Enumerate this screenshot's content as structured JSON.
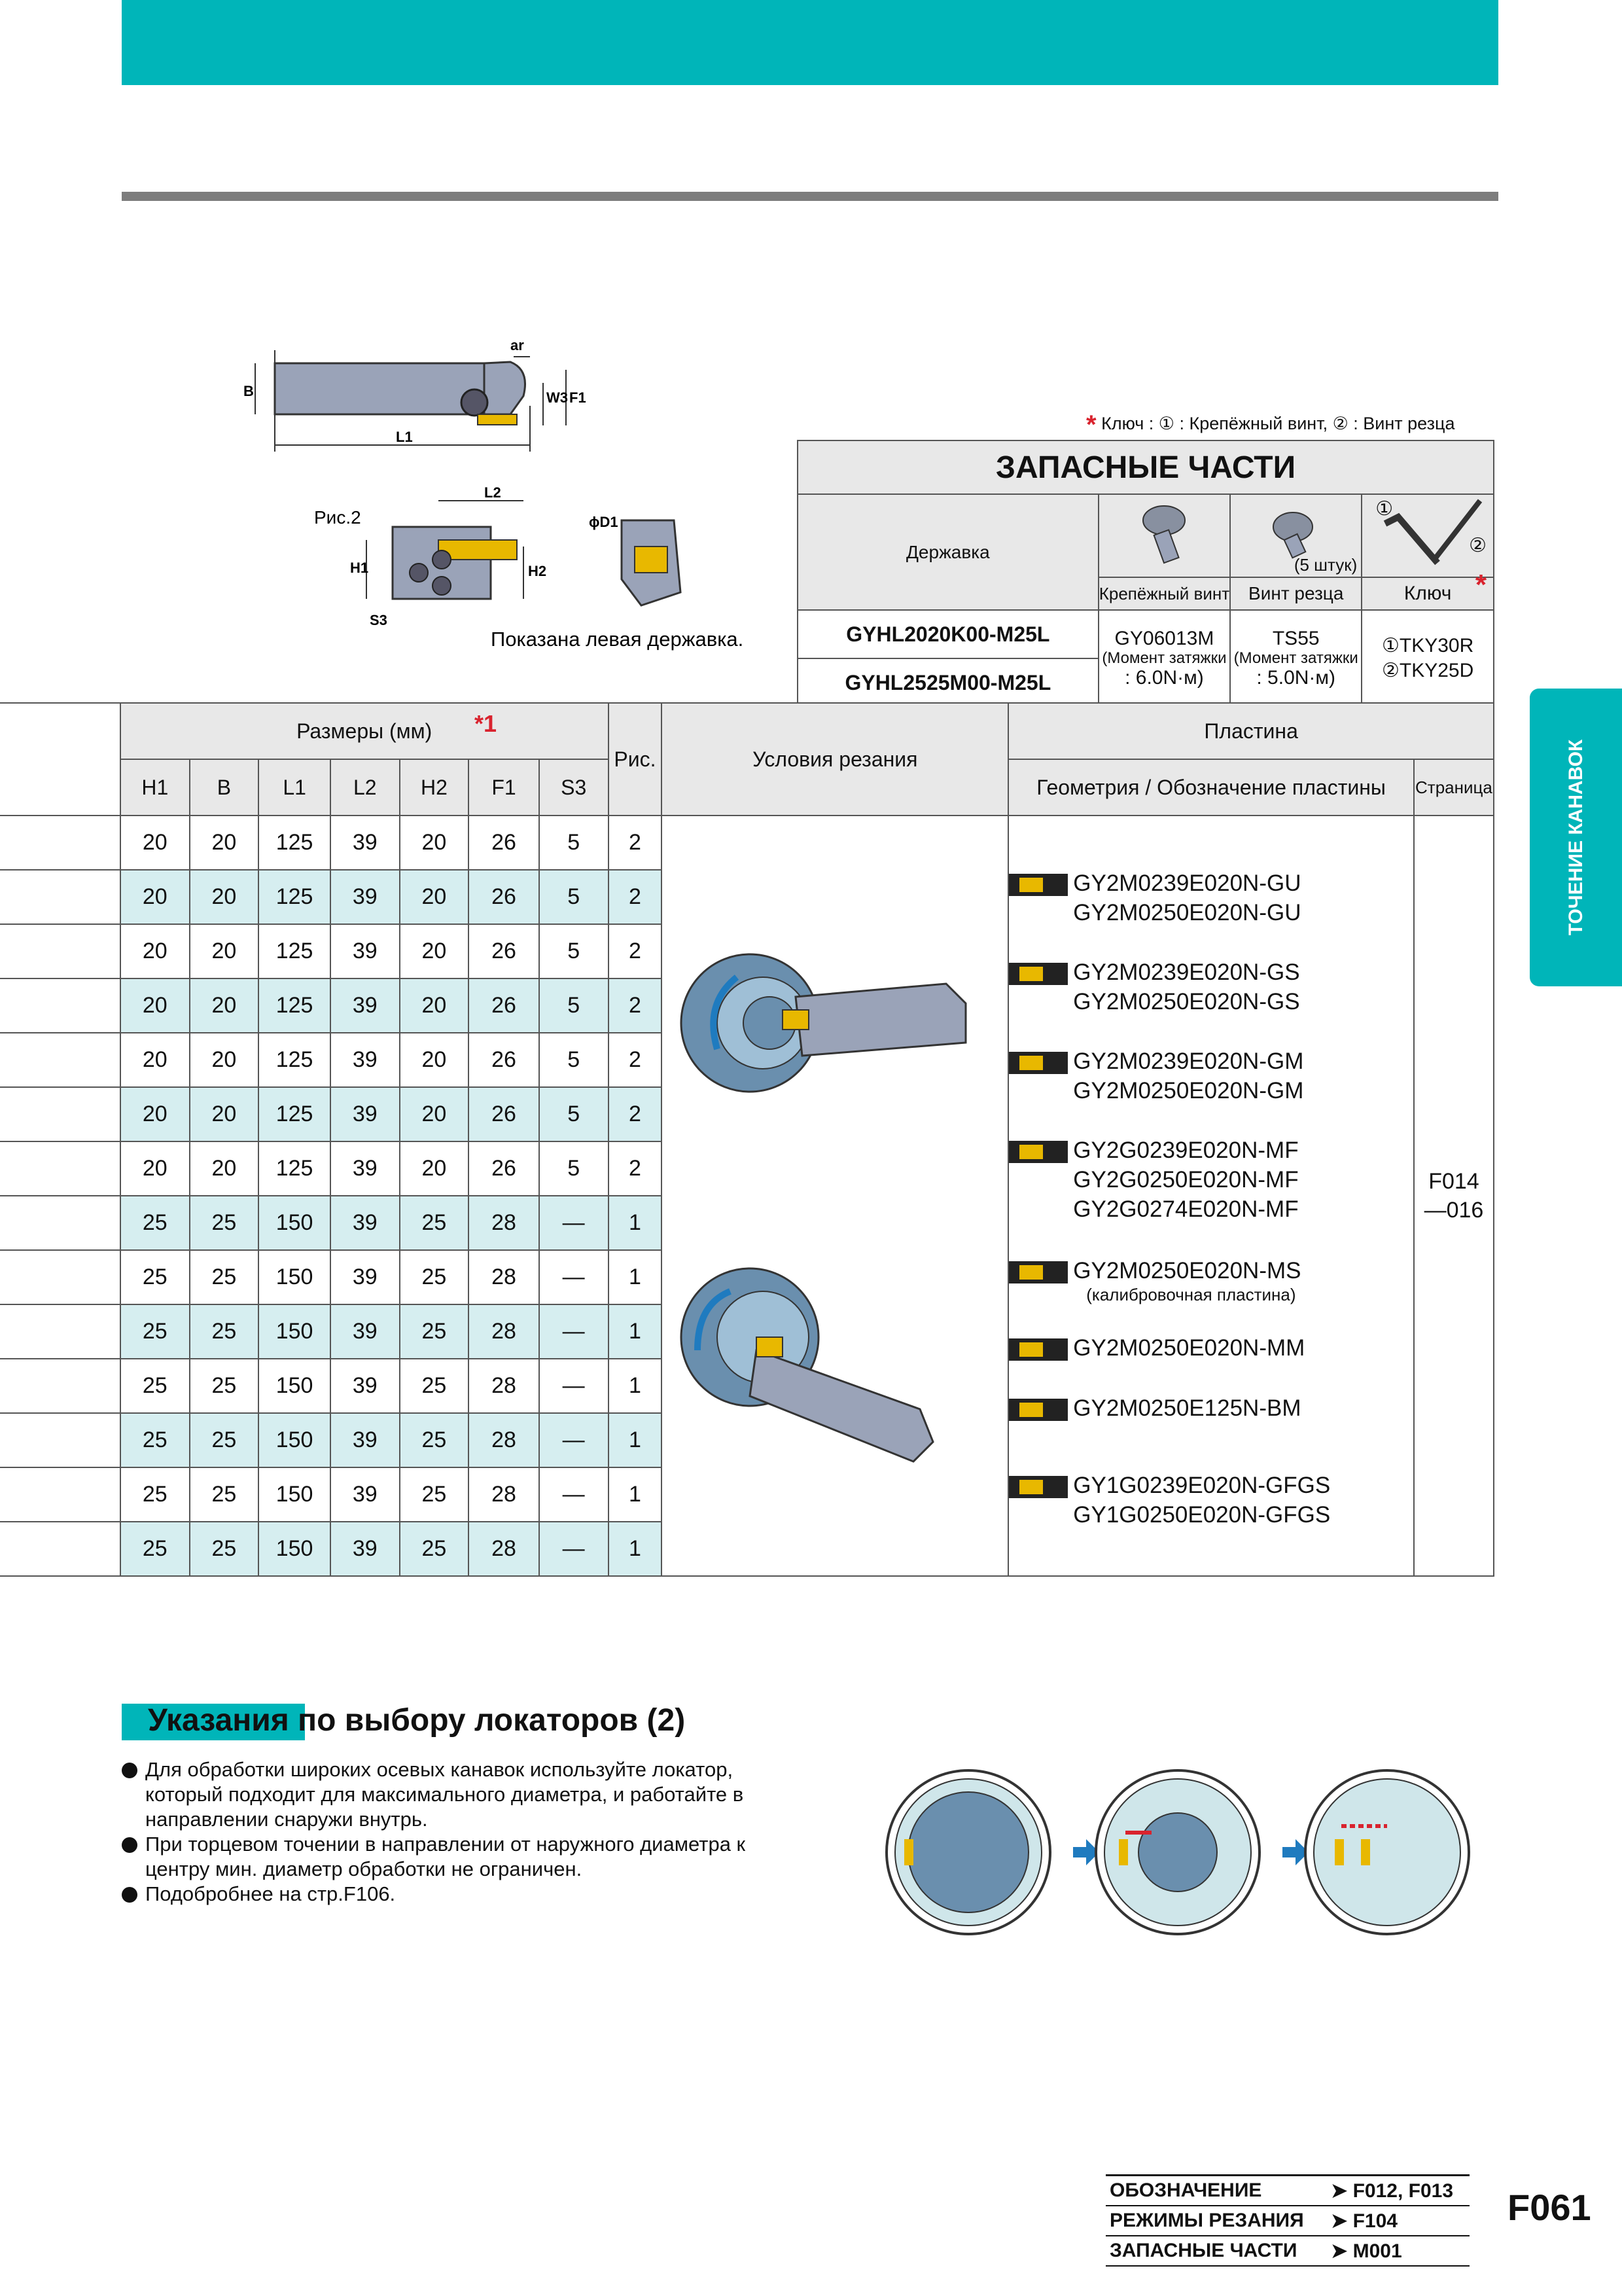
{
  "side_tab": "ТОЧЕНИЕ КАНАВОК",
  "drawing": {
    "labels": {
      "b": "B",
      "ar": "ar",
      "w3": "W3",
      "f1": "F1",
      "l1": "L1",
      "l2": "L2",
      "fig2": "Рис.2",
      "d1": "ϕD1",
      "h1": "H1",
      "h2": "H2",
      "s3": "S3"
    },
    "caption": "Показана левая державка."
  },
  "key_note": {
    "star": "*",
    "text": "Ключ : ① : Крепёжный винт, ② : Винт резца"
  },
  "spare_parts": {
    "title": "ЗАПАСНЫЕ ЧАСТИ",
    "holder_label": "Державка",
    "screw_label": "Крепёжный винт",
    "insert_screw_label": "Винт резца",
    "insert_screw_qty": "(5 штук)",
    "key_label": "Ключ",
    "key_star": "*",
    "key_circle1": "①",
    "key_circle2": "②",
    "holders": [
      "GYHL2020K00-M25L",
      "GYHL2525M00-M25L"
    ],
    "screw": {
      "code": "GY06013M",
      "torque_label": "(Момент затяжки",
      "torque": ": 6.0N·м)"
    },
    "insert_screw": {
      "code": "TS55",
      "torque_label": "(Момент затяжки",
      "torque": ": 5.0N·м)"
    },
    "keys": [
      "①TKY30R",
      "②TKY25D"
    ]
  },
  "dims_table": {
    "group_label": "Размеры (мм)",
    "group_star": "*1",
    "fig_label": "Рис.",
    "cond_label": "Условия резания",
    "plate_label": "Пластина",
    "geom_label": "Геометрия / Обозначение пластины",
    "page_label": "Страница",
    "columns": [
      "H1",
      "B",
      "L1",
      "L2",
      "H2",
      "F1",
      "S3"
    ],
    "rows": [
      [
        "20",
        "20",
        "125",
        "39",
        "20",
        "26",
        "5",
        "2"
      ],
      [
        "20",
        "20",
        "125",
        "39",
        "20",
        "26",
        "5",
        "2"
      ],
      [
        "20",
        "20",
        "125",
        "39",
        "20",
        "26",
        "5",
        "2"
      ],
      [
        "20",
        "20",
        "125",
        "39",
        "20",
        "26",
        "5",
        "2"
      ],
      [
        "20",
        "20",
        "125",
        "39",
        "20",
        "26",
        "5",
        "2"
      ],
      [
        "20",
        "20",
        "125",
        "39",
        "20",
        "26",
        "5",
        "2"
      ],
      [
        "20",
        "20",
        "125",
        "39",
        "20",
        "26",
        "5",
        "2"
      ],
      [
        "25",
        "25",
        "150",
        "39",
        "25",
        "28",
        "—",
        "1"
      ],
      [
        "25",
        "25",
        "150",
        "39",
        "25",
        "28",
        "—",
        "1"
      ],
      [
        "25",
        "25",
        "150",
        "39",
        "25",
        "28",
        "—",
        "1"
      ],
      [
        "25",
        "25",
        "150",
        "39",
        "25",
        "28",
        "—",
        "1"
      ],
      [
        "25",
        "25",
        "150",
        "39",
        "25",
        "28",
        "—",
        "1"
      ],
      [
        "25",
        "25",
        "150",
        "39",
        "25",
        "28",
        "—",
        "1"
      ],
      [
        "25",
        "25",
        "150",
        "39",
        "25",
        "28",
        "—",
        "1"
      ]
    ],
    "inserts": [
      {
        "lines": [
          "GY2M0239E020N-GU",
          "GY2M0250E020N-GU"
        ]
      },
      {
        "lines": [
          "GY2M0239E020N-GS",
          "GY2M0250E020N-GS"
        ]
      },
      {
        "lines": [
          "GY2M0239E020N-GM",
          "GY2M0250E020N-GM"
        ]
      },
      {
        "lines": [
          "GY2G0239E020N-MF",
          "GY2G0250E020N-MF",
          "GY2G0274E020N-MF"
        ]
      },
      {
        "lines": [
          "GY2M0250E020N-MS"
        ],
        "note": "(калибровочная пластина)"
      },
      {
        "lines": [
          "GY2M0250E020N-MM"
        ]
      },
      {
        "lines": [
          "GY2M0250E125N-BM"
        ]
      },
      {
        "lines": [
          "GY1G0239E020N-GFGS",
          "GY1G0250E020N-GFGS"
        ]
      }
    ],
    "page_ref": [
      "F014",
      "—016"
    ]
  },
  "locator_section": {
    "title": "Указания по выбору локаторов (2)",
    "bullets": [
      "Для обработки широких осевых канавок используйте локатор, который подходит для максимального диаметра, и работайте в направлении снаружи внутрь.",
      "При торцевом точении в направлении от наружного диаметра к центру мин. диаметр обработки не ограничен.",
      "Подобробнее на стр.F106."
    ]
  },
  "references": [
    {
      "label": "ОБОЗНАЧЕНИЕ",
      "page": "F012, F013"
    },
    {
      "label": "РЕЖИМЫ РЕЗАНИЯ",
      "page": "F104"
    },
    {
      "label": "ЗАПАСНЫЕ ЧАСТИ",
      "page": "M001"
    }
  ],
  "page_number": "F061",
  "colors": {
    "accent": "#00b5b9",
    "grey_bar": "#7d7d7d",
    "row_tint": "#d6eef0",
    "red": "#d9232e",
    "insert_yellow": "#e8b800"
  }
}
